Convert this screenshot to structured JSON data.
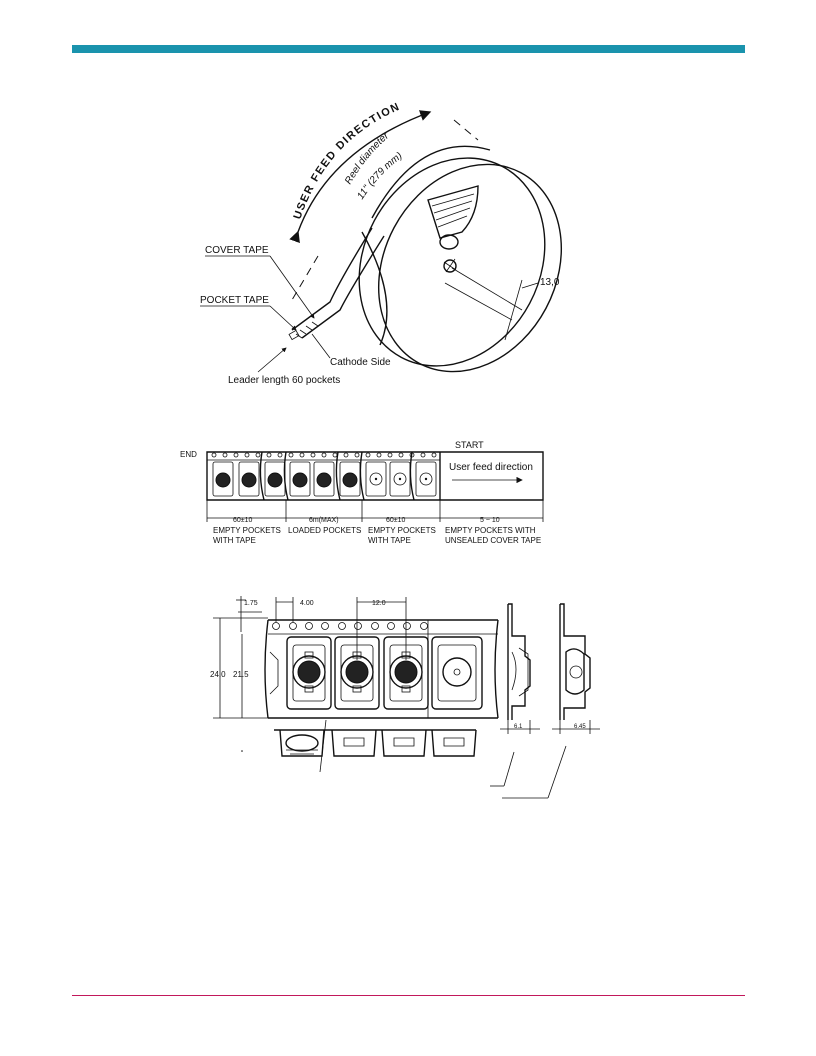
{
  "colors": {
    "top_bar": "#1a93ad",
    "bottom_line": "#c2185b"
  },
  "reel": {
    "user_feed_direction": "USER FEED DIRECTION",
    "reel_diameter_line1": "Reel diameter",
    "reel_diameter_line2": "11\" (279 mm)",
    "cover_tape": "COVER TAPE",
    "pocket_tape": "POCKET TAPE",
    "cathode_side": "Cathode Side",
    "leader_length": "Leader length 60 pockets",
    "hub_dim": "13,0"
  },
  "strip": {
    "end": "END",
    "start": "START",
    "feed_direction": "User feed direction",
    "seg1_dim": "60±10",
    "seg1_label1": "EMPTY POCKETS",
    "seg1_label2": "WITH TAPE",
    "seg2_dim": "6m(MAX)",
    "seg2_label1": "LOADED POCKETS",
    "seg3_dim": "60±10",
    "seg3_label1": "EMPTY POCKETS",
    "seg3_label2": "WITH TAPE",
    "seg4_dim": "5 ~ 10",
    "seg4_label1": "EMPTY POCKETS WITH",
    "seg4_label2": "UNSEALED COVER TAPE"
  },
  "detail": {
    "dim_175": "1.75",
    "dim_400": "4.00",
    "dim_120": "12.0",
    "dim_240": "24.0",
    "dim_215": "21.5",
    "dim_61": "6.1",
    "dim_645": "6.45"
  }
}
